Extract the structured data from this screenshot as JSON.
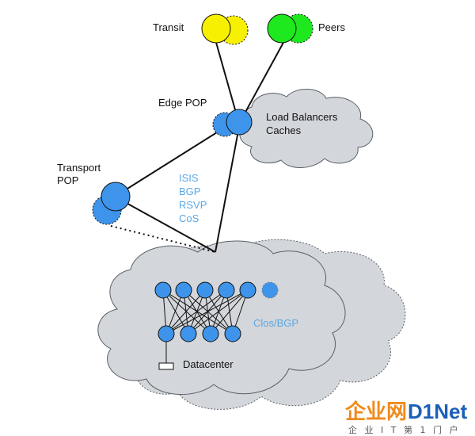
{
  "nodes": {
    "transit": {
      "label": "Transit"
    },
    "peers": {
      "label": "Peers"
    },
    "edge_pop": {
      "label": "Edge POP"
    },
    "transport_pop": {
      "label_line1": "Transport",
      "label_line2": "POP"
    },
    "load_balancers": {
      "label_line1": "Load Balancers",
      "label_line2": "Caches"
    },
    "datacenter": {
      "label": "Datacenter"
    },
    "clos": {
      "label": "Clos/BGP"
    }
  },
  "protocols": [
    "ISIS",
    "BGP",
    "RSVP",
    "CoS"
  ],
  "colors": {
    "transit": "#f7f000",
    "peers": "#1ee81e",
    "node_blue": "#3d94ea",
    "cloud_fill": "#d3d6da",
    "cloud_stroke": "#5b6068",
    "protocol_text": "#5aa8e6"
  },
  "watermark": {
    "brand_cn": "企业网",
    "brand_en": "D1Net",
    "tagline": "企 业 I T 第 1 门 户"
  }
}
